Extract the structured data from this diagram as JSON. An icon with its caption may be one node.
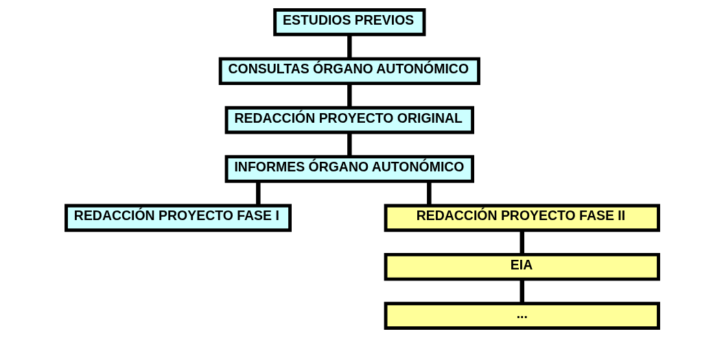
{
  "diagram": {
    "nodes": [
      {
        "text": [
          "ESTUDIOS PREVIOS"
        ]
      },
      {
        "text": [
          "CONSULTAS ÓRGANO AUTONÓMICO"
        ]
      },
      {
        "text": [
          "REDACCIÓN PROYECTO ORIGINAL"
        ]
      },
      {
        "text": [
          "INFORMES ÓRGANO AUTONÓMICO"
        ]
      },
      {
        "text": [
          "REDACCIÓN PROYECTO FASE I"
        ]
      },
      {
        "text": [
          "REDACCIÓN PROYECTO FASE II"
        ]
      },
      {
        "text": [
          "EIA"
        ]
      },
      {
        "text": [
          "..."
        ]
      }
    ],
    "edges": [
      {
        "from": 0,
        "to": 1,
        "arrow": "none"
      },
      {
        "from": 1,
        "to": 2,
        "arrow": "none"
      },
      {
        "from": 2,
        "to": 3,
        "arrow": "none"
      },
      {
        "from": 3,
        "to": 4,
        "arrow": "none"
      },
      {
        "from": 3,
        "to": 5,
        "arrow": "none"
      },
      {
        "from": 5,
        "to": 6,
        "arrow": "none"
      },
      {
        "from": 6,
        "to": 7,
        "arrow": "none"
      }
    ]
  }
}
